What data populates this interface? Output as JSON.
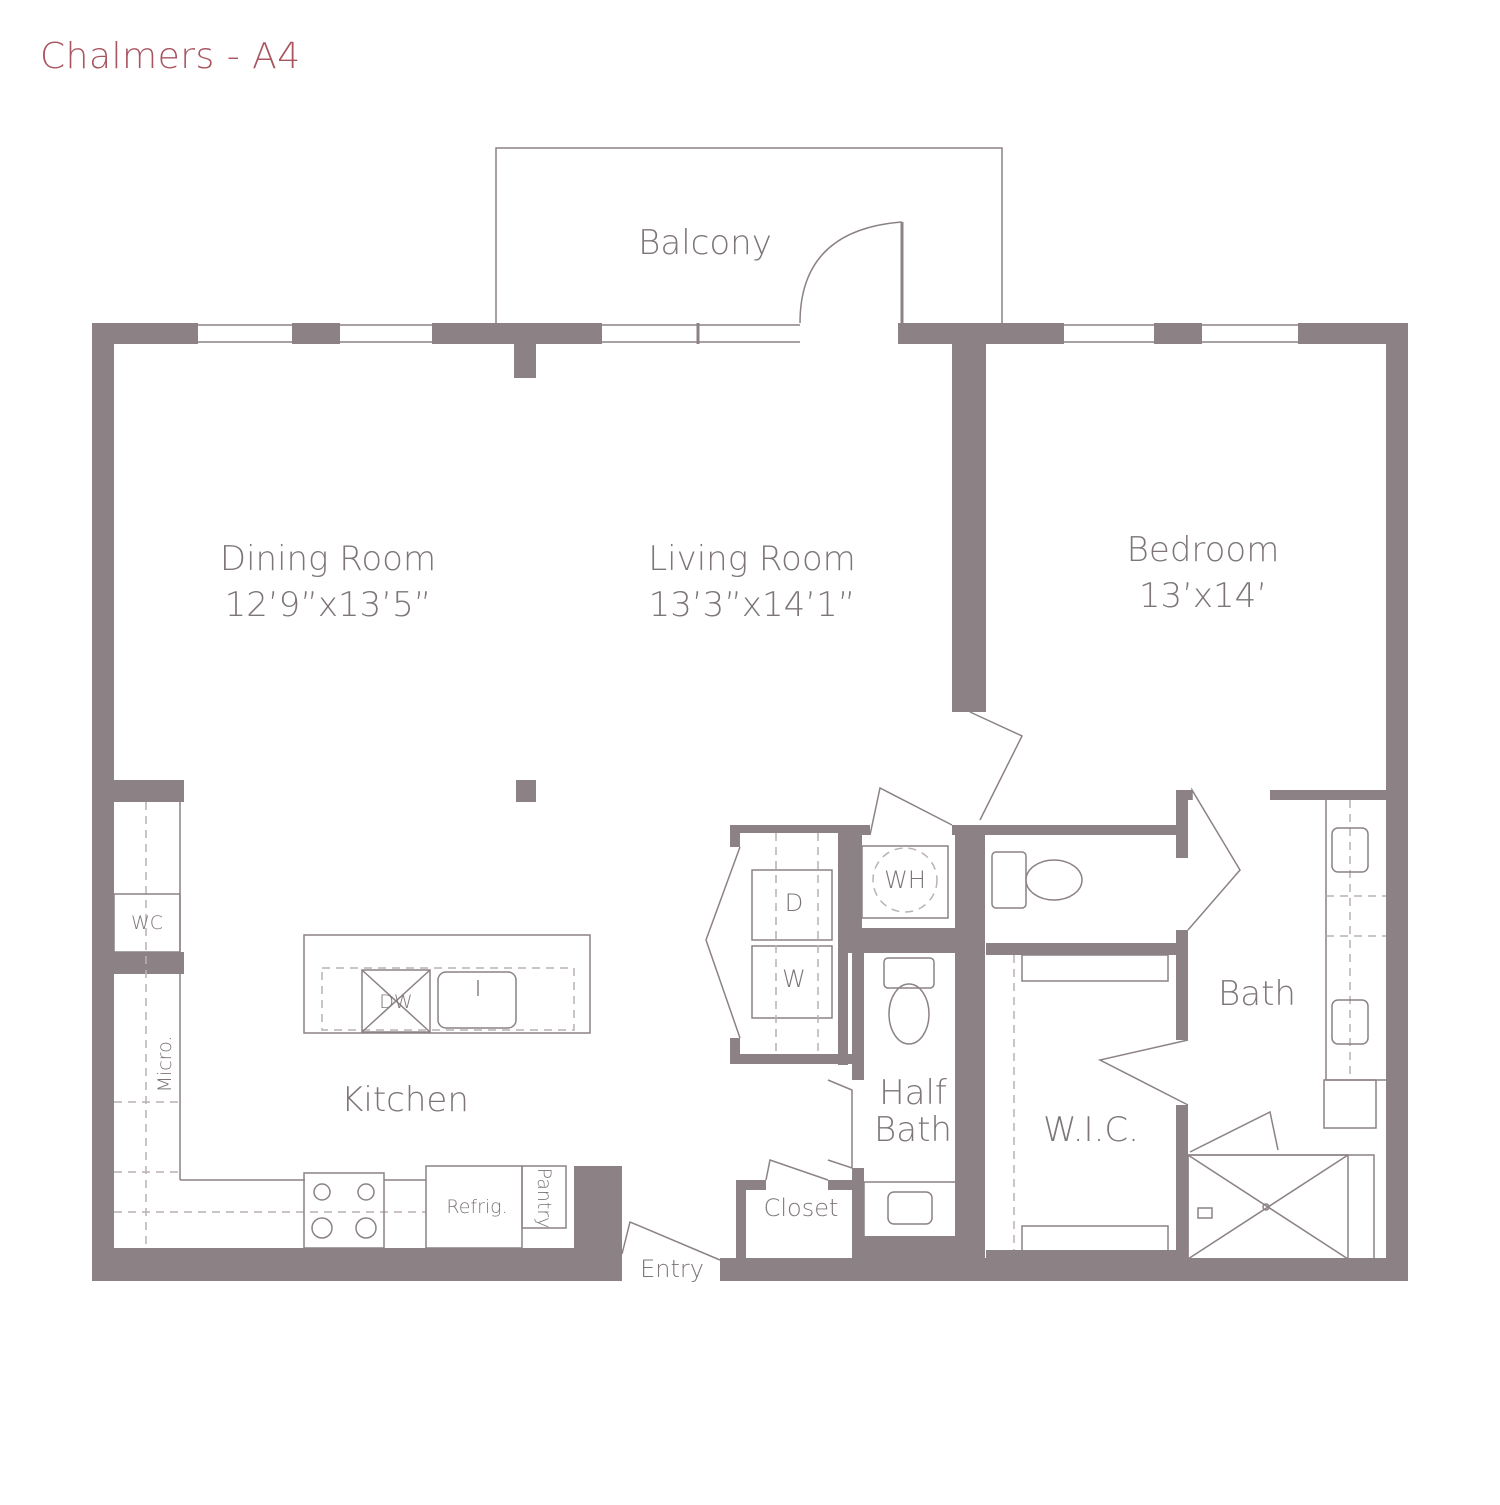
{
  "title": "Chalmers - A4",
  "colors": {
    "title": "#a85560",
    "wall": "#8c8285",
    "line": "#8c8285",
    "text": "#7d7578",
    "dash": "#b9b1b3"
  },
  "rooms": {
    "balcony": "Balcony",
    "dining_room": {
      "name": "Dining Room",
      "size": "12’9”x13’5”"
    },
    "living_room": {
      "name": "Living Room",
      "size": "13’3”x14’1”"
    },
    "bedroom": {
      "name": "Bedroom",
      "size": "13’x14’"
    },
    "kitchen": "Kitchen",
    "half_bath": {
      "line1": "Half",
      "line2": "Bath"
    },
    "wic": "W.I.C.",
    "bath": "Bath",
    "closet": "Closet",
    "entry": "Entry"
  },
  "fixtures": {
    "wc": "WC",
    "micro": "Micro.",
    "dw": "DW",
    "refrig": "Refrig.",
    "pantry": "Pantry",
    "dryer": "D",
    "washer": "W",
    "water_heater": "WH"
  }
}
